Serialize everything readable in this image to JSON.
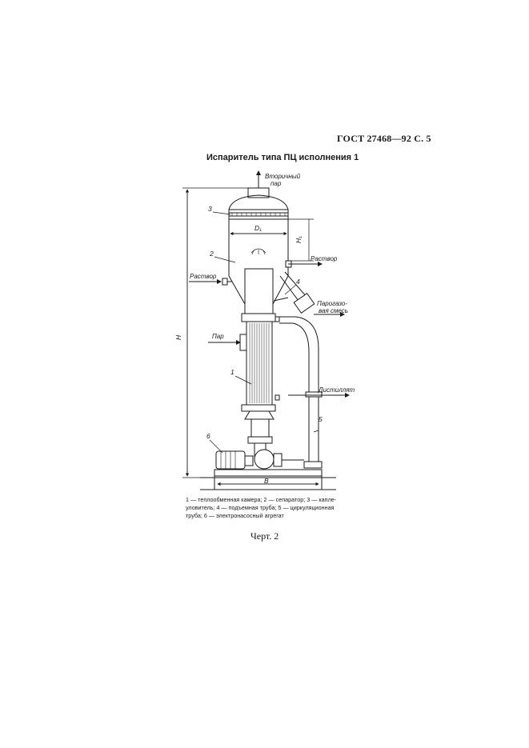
{
  "header": {
    "standard": "ГОСТ 27468—92 С. 5"
  },
  "figure": {
    "title": "Испаритель типа ПЦ исполнения 1",
    "caption": "Черт. 2",
    "flow_labels": {
      "secondary_steam_1": "Вторичный",
      "secondary_steam_2": "пар",
      "solution_right": "Раствор",
      "solution_left": "Раствор",
      "vapor_gas_1": "Парогазо-",
      "vapor_gas_2": "вая смесь",
      "steam": "Пар",
      "distillate": "Дистиллят"
    },
    "dimensions": {
      "d1": "D₁",
      "h1": "H₁",
      "h": "H",
      "b": "B"
    },
    "callouts": [
      "1",
      "2",
      "3",
      "4",
      "5",
      "6"
    ],
    "legend_lines": [
      "1 — теплообменная камера; 2 — сепаратор; 3 — капле-",
      "уловитель; 4 — подъемная труба; 5 — циркуляционная",
      "труба; 6 — электронасосный агрегат"
    ]
  }
}
